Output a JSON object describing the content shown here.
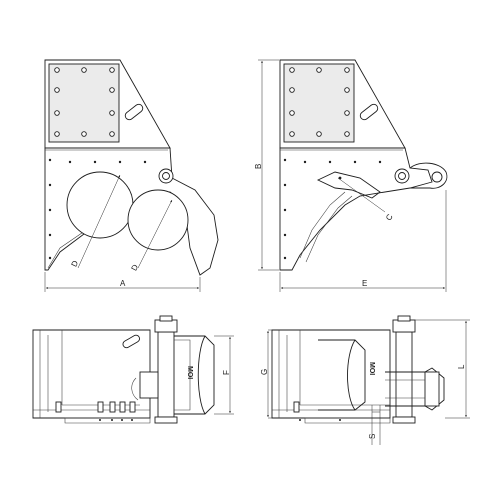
{
  "dimensions": {
    "A": "A",
    "B": "B",
    "D1": "D",
    "D2": "D",
    "C": "C",
    "E": "E",
    "F": "F",
    "G": "G",
    "L": "L",
    "S": "S"
  },
  "markings": {
    "logo_front": "MOI",
    "logo_side": "MOI"
  }
}
